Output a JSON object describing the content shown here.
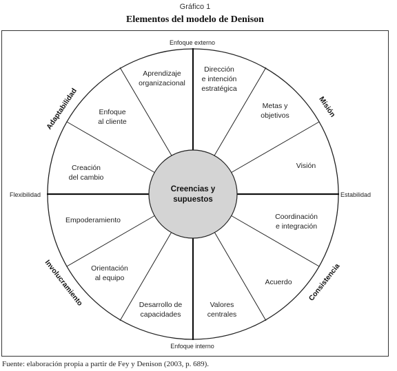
{
  "figure_label": "Gráfico 1",
  "title": "Elementos del modelo de Denison",
  "source": "Fuente: elaboración propia a partir de Fey y Denison (2003, p. 689).",
  "center": [
    "Creencias y",
    "supuestos"
  ],
  "axis_labels": {
    "top": "Enfoque externo",
    "bottom": "Enfoque interno",
    "left": "Flexibilidad",
    "right": "Estabilidad"
  },
  "quadrants": {
    "top_left": "Adaptabilidad",
    "top_right": "Misión",
    "bottom_left": "Involucramiento",
    "bottom_right": "Consistencia"
  },
  "segments": {
    "aprendizaje": [
      "Aprendizaje",
      "organizacional"
    ],
    "direccion": [
      "Dirección",
      "e intención",
      "estratégica"
    ],
    "metas": [
      "Metas y",
      "objetivos"
    ],
    "vision": [
      "Visión"
    ],
    "coordinacion": [
      "Coordinación",
      "e integración"
    ],
    "acuerdo": [
      "Acuerdo"
    ],
    "valores": [
      "Valores",
      "centrales"
    ],
    "desarrollo": [
      "Desarrollo de",
      "capacidades"
    ],
    "orientacion": [
      "Orientación",
      "al equipo"
    ],
    "empoderamiento": [
      "Empoderamiento"
    ],
    "creacion": [
      "Creación",
      "del cambio"
    ],
    "enfoque_cliente": [
      "Enfoque",
      "al cliente"
    ]
  },
  "colors": {
    "line": "#222222",
    "center_fill": "#d4d4d4"
  }
}
